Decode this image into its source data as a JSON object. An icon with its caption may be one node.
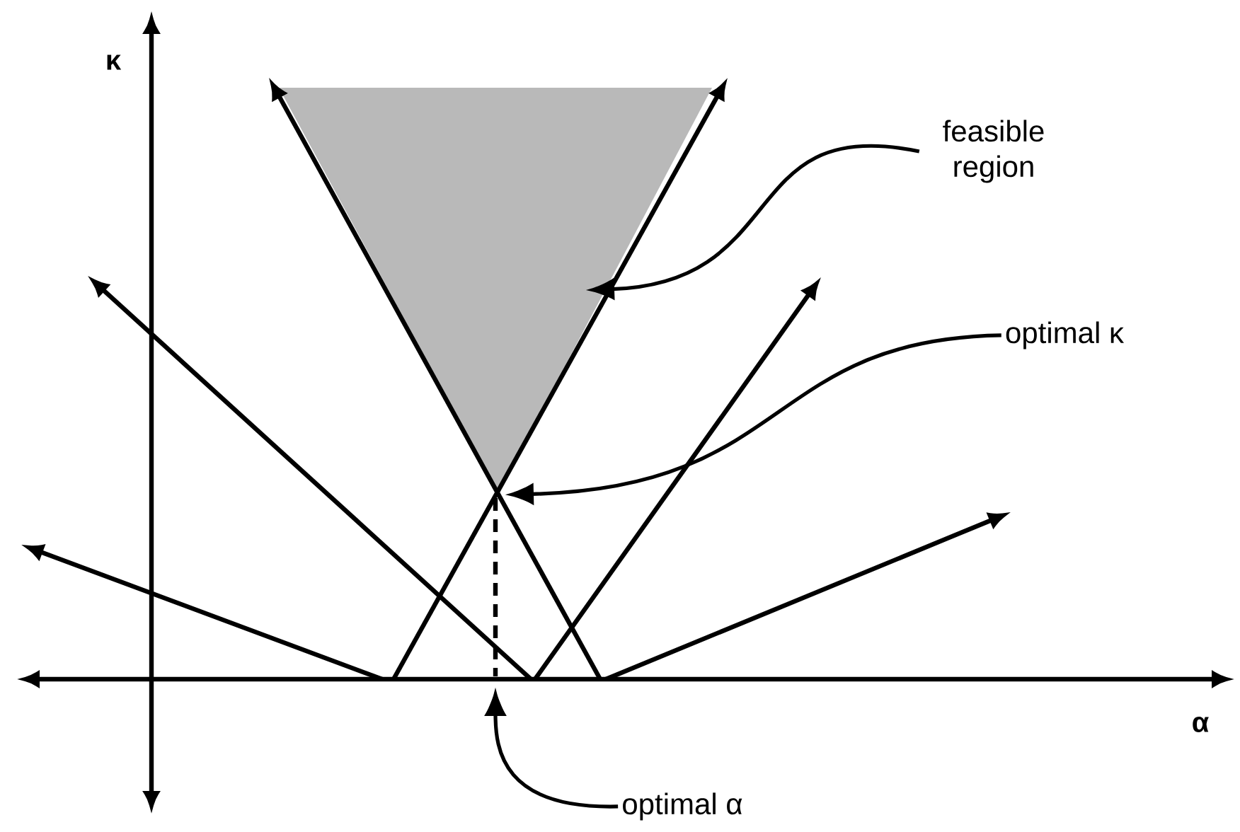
{
  "diagram": {
    "nodes": [
      {
        "text": [
          "feasible region"
        ]
      },
      {
        "text": [
          "optimal κ"
        ]
      },
      {
        "text": [
          "optimal α"
        ]
      },
      {
        "text": [],
        "shape": "triangle"
      }
    ],
    "edges": [
      {
        "from": 0,
        "to": 3,
        "arrow": "to"
      },
      {
        "from": 1,
        "to": 3,
        "arrow": "to"
      },
      {
        "from": 2,
        "to": null,
        "arrow": "to"
      }
    ],
    "labels": [
      "κ",
      "α"
    ]
  }
}
